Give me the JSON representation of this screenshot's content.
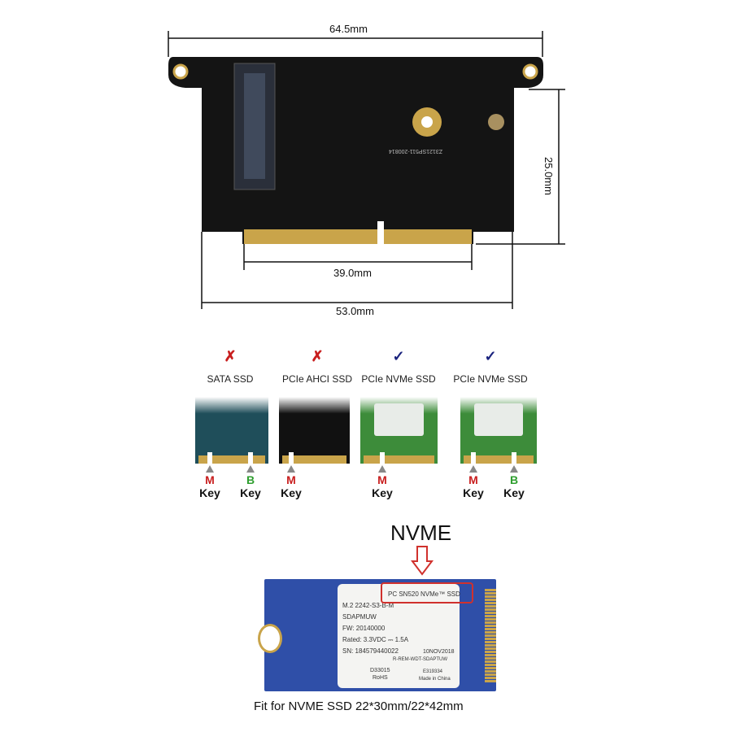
{
  "dimensions": {
    "width": "64.5mm",
    "height": "25.0mm",
    "connector": "39.0mm",
    "body": "53.0mm"
  },
  "board_silkscreen": "Z3121SP511-200814",
  "compatibility": [
    {
      "title": "SATA SSD",
      "supported": false,
      "mark": "✗",
      "keys": [
        {
          "letter": "M",
          "word": "Key"
        },
        {
          "letter": "B",
          "word": "Key"
        }
      ]
    },
    {
      "title": "PCIe AHCI SSD",
      "supported": false,
      "mark": "✗",
      "keys": [
        {
          "letter": "M",
          "word": "Key"
        }
      ]
    },
    {
      "title": "PCIe NVMe SSD",
      "supported": true,
      "mark": "✓",
      "keys": [
        {
          "letter": "M",
          "word": "Key"
        }
      ]
    },
    {
      "title": "PCIe NVMe SSD",
      "supported": true,
      "mark": "✓",
      "keys": [
        {
          "letter": "M",
          "word": "Key"
        },
        {
          "letter": "B",
          "word": "Key"
        }
      ]
    }
  ],
  "colors": {
    "cross": "#c81e1e",
    "check": "#1a237e",
    "m_key": "#c81e1e",
    "b_key": "#2e9e2e",
    "pcb_black": "#141414",
    "ssd_blue": "#2f4fa8",
    "highlight": "#d0312d",
    "gold": "#c9a44a"
  },
  "nvme_callout": "NVME",
  "ssd_label": {
    "model": "PC SN520 NVMe™ SSD",
    "lines": [
      "M.2 2242-S3-B-M",
      "SDAPMUW",
      "FW: 20140000",
      "Rated: 3.3VDC ⎓ 1.5A",
      "SN: 184579440022"
    ],
    "date": "10NOV2018",
    "reg": "R-REM-WDT-SDAPTUW",
    "code": "D33015",
    "rohs": "RoHS",
    "ul": "E319334",
    "origin": "Made in China"
  },
  "caption": "Fit for NVME SSD 22*30mm/22*42mm"
}
